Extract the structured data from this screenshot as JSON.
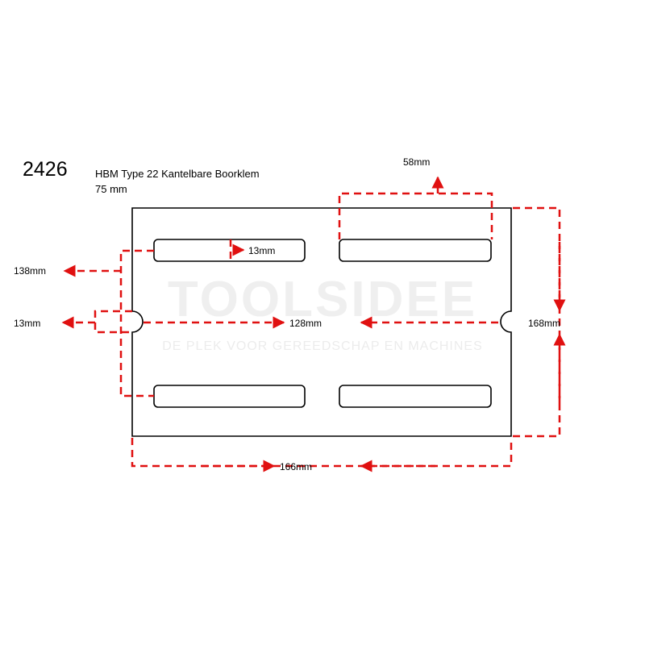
{
  "header": {
    "code": "2426",
    "title": "HBM  Type 22  Kantelbare Boorklem",
    "subtitle": "75  mm"
  },
  "watermark": {
    "brand": "TOOLSIDEE",
    "tagline": "DE PLEK VOOR GEREEDSCHAP EN MACHINES"
  },
  "dimensions": {
    "slot_width": "13mm",
    "top_opening": "58mm",
    "left_overall": "138mm",
    "notch": "13mm",
    "notch_span": "128mm",
    "height": "168mm",
    "length": "166mm"
  },
  "colors": {
    "dimension_line": "#e01010",
    "outline": "#000000"
  }
}
